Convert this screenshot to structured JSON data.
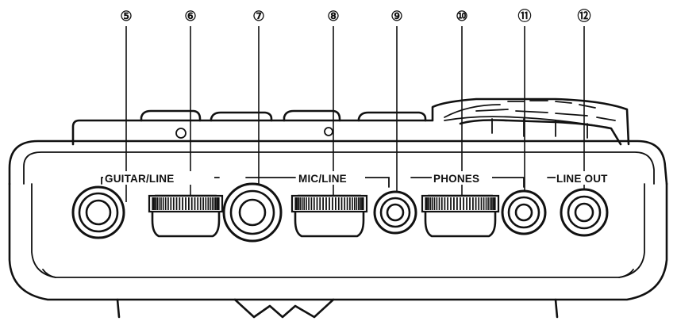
{
  "callouts": [
    "⑤",
    "⑥",
    "⑦",
    "⑧",
    "⑨",
    "⑩",
    "⑪",
    "⑫"
  ],
  "labels": {
    "guitar_line": "GUITAR/LINE",
    "mic_line": "MIC/LINE",
    "phones": "PHONES",
    "line_out": "LINE OUT"
  }
}
